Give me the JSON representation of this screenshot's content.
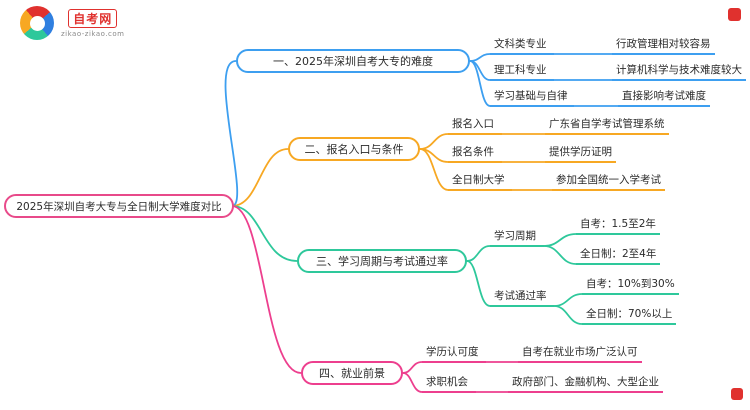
{
  "logo": {
    "name": "自考网",
    "domain": "zikao-zikao.com",
    "accent_red": "#e0312e"
  },
  "root": {
    "label": "2025年深圳自考大专与全日制大学难度对比",
    "color": "#e84a8a"
  },
  "branches": [
    {
      "label": "一、2025年深圳自考大专的难度",
      "color": "#3d9ff0",
      "children": [
        {
          "label": "文科类专业",
          "value": "行政管理相对较容易"
        },
        {
          "label": "理工科专业",
          "value": "计算机科学与技术难度较大"
        },
        {
          "label": "学习基础与自律",
          "value": "直接影响考试难度"
        }
      ]
    },
    {
      "label": "二、报名入口与条件",
      "color": "#f7a823",
      "children": [
        {
          "label": "报名入口",
          "value": "广东省自学考试管理系统"
        },
        {
          "label": "报名条件",
          "value": "提供学历证明"
        },
        {
          "label": "全日制大学",
          "value": "参加全国统一入学考试"
        }
      ]
    },
    {
      "label": "三、学习周期与考试通过率",
      "color": "#2ec89b",
      "children": [
        {
          "label": "学习周期",
          "values": [
            "自考：1.5至2年",
            "全日制：2至4年"
          ]
        },
        {
          "label": "考试通过率",
          "values": [
            "自考：10%到30%",
            "全日制：70%以上"
          ]
        }
      ]
    },
    {
      "label": "四、就业前景",
      "color": "#ed3f8e",
      "children": [
        {
          "label": "学历认可度",
          "value": "自考在就业市场广泛认可"
        },
        {
          "label": "求职机会",
          "value": "政府部门、金融机构、大型企业"
        }
      ]
    }
  ]
}
